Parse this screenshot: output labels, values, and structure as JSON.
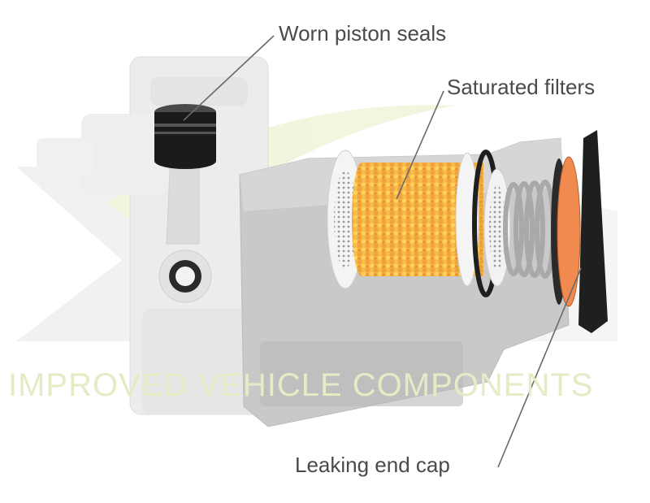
{
  "callouts": {
    "piston_seals": "Worn piston seals",
    "filters": "Saturated filters",
    "end_cap": "Leaking end cap"
  },
  "watermark": {
    "text": "IMPROVED VEHICLE COMPONENTS"
  },
  "colors": {
    "body_light": "#e9e9e9",
    "body_mid": "#c9c9c9",
    "body_dark": "#a9a9a9",
    "piston": "#1b1b1b",
    "filter_orange": "#f0a23a",
    "filter_yellow": "#ffd35a",
    "seal_orange": "#f08a4e",
    "watermark_green": "#e3ecc4",
    "leader_line": "#6a6a6a"
  }
}
